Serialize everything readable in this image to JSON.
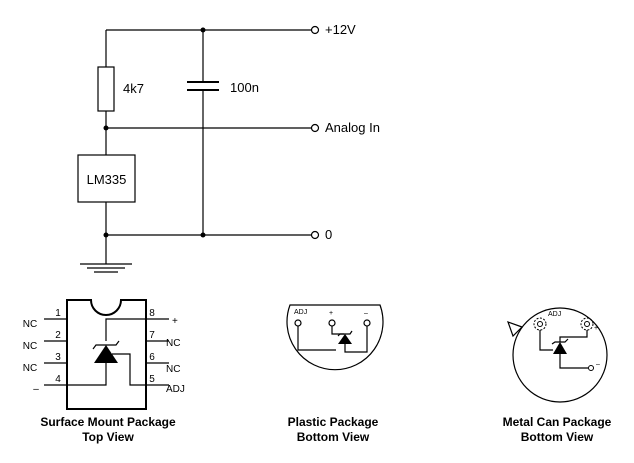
{
  "circuit": {
    "supply_label": "+12V",
    "resistor_value": "4k7",
    "capacitor_value": "100n",
    "output_label": "Analog In",
    "sensor_label": "LM335",
    "ground_label": "0"
  },
  "smd_package": {
    "caption_line1": "Surface Mount Package",
    "caption_line2": "Top View",
    "pin_numbers": [
      "1",
      "2",
      "3",
      "4",
      "5",
      "6",
      "7",
      "8"
    ],
    "left_pin_labels": [
      "NC",
      "NC",
      "NC",
      "–"
    ],
    "right_pin_labels": [
      "+",
      "NC",
      "NC",
      "ADJ"
    ]
  },
  "plastic_package": {
    "caption_line1": "Plastic Package",
    "caption_line2": "Bottom View",
    "adj_label": "ADJ",
    "plus_label": "+",
    "minus_label": "–"
  },
  "metal_package": {
    "caption_line1": "Metal Can Package",
    "caption_line2": "Bottom View",
    "adj_label": "ADJ",
    "plus_label": "+",
    "minus_label": "–"
  }
}
